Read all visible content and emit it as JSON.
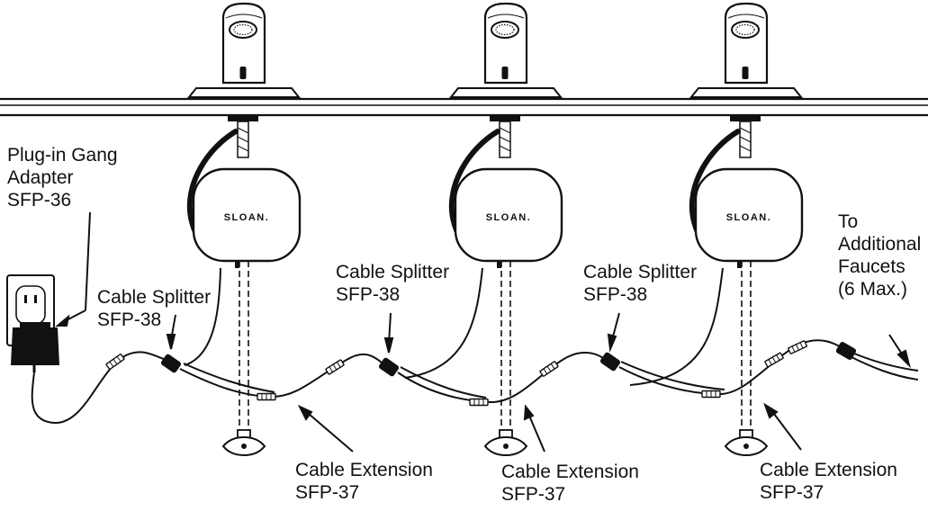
{
  "brand": {
    "logo_text": "SLOAN."
  },
  "labels": {
    "gang_adapter": {
      "lines": [
        "Plug-in Gang",
        "Adapter",
        "SFP-36"
      ]
    },
    "splitter_1": {
      "lines": [
        "Cable Splitter",
        "SFP-38"
      ]
    },
    "splitter_2": {
      "lines": [
        "Cable Splitter",
        "SFP-38"
      ]
    },
    "splitter_3": {
      "lines": [
        "Cable Splitter",
        "SFP-38"
      ]
    },
    "additional": {
      "lines": [
        "To",
        "Additional",
        "Faucets",
        "(6 Max.)"
      ]
    },
    "extension_1": {
      "lines": [
        "Cable Extension",
        "SFP-37"
      ]
    },
    "extension_2": {
      "lines": [
        "Cable Extension",
        "SFP-37"
      ]
    },
    "extension_3": {
      "lines": [
        "Cable Extension",
        "SFP-37"
      ]
    }
  },
  "colors": {
    "ink": "#111111",
    "paper": "#ffffff",
    "accent": "#222222"
  }
}
